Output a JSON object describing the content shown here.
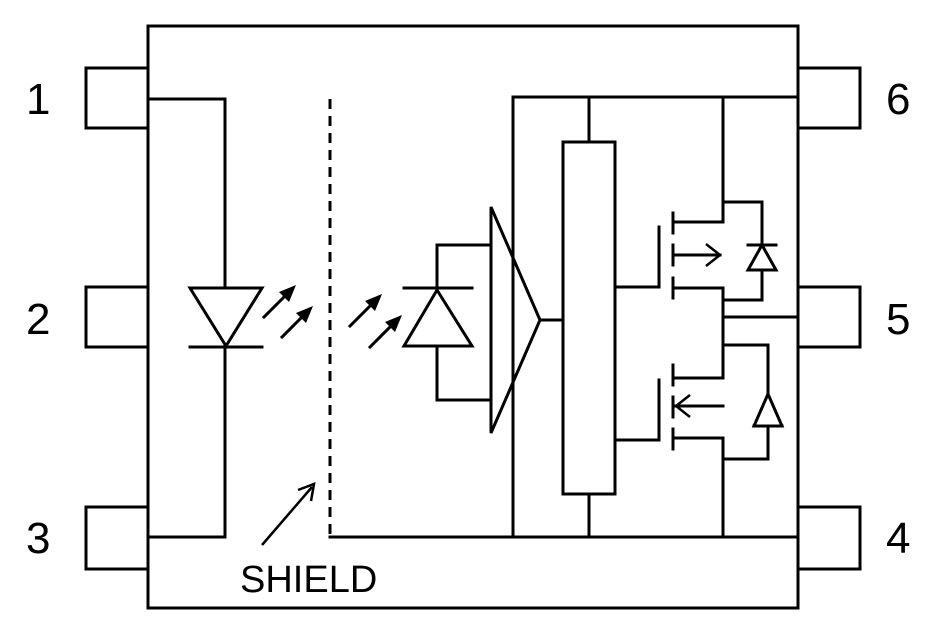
{
  "pins": [
    {
      "id": "pin-1",
      "label": "1"
    },
    {
      "id": "pin-2",
      "label": "2"
    },
    {
      "id": "pin-3",
      "label": "3"
    },
    {
      "id": "pin-4",
      "label": "4"
    },
    {
      "id": "pin-5",
      "label": "5"
    },
    {
      "id": "pin-6",
      "label": "6"
    }
  ],
  "shield_label": "SHIELD",
  "colors": {
    "line": "#000000",
    "background": "#ffffff"
  }
}
